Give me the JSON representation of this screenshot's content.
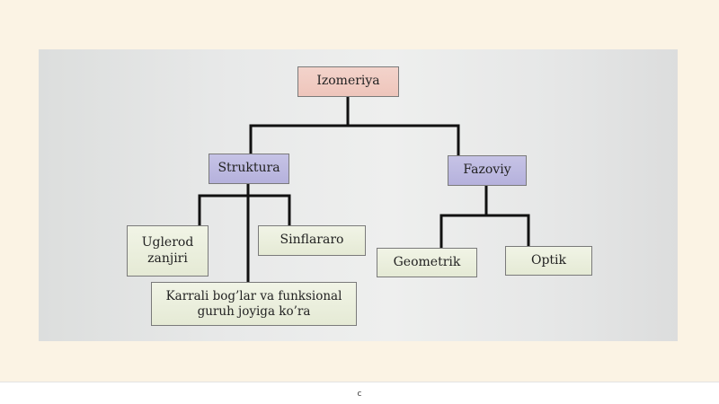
{
  "diagram": {
    "root": {
      "label": "Izomeriya"
    },
    "categories": [
      {
        "id": "struktura",
        "label": "Struktura"
      },
      {
        "id": "fazoviy",
        "label": "Fazoviy"
      }
    ],
    "leaves": {
      "uglerod": [
        "Uglerod",
        "zanjiri"
      ],
      "sinflararo": "Sinflararo",
      "karrali": [
        "Karrali bog’lar va funksional",
        "guruh joyiga ko’ra"
      ],
      "geometrik": "Geometrik",
      "optik": "Optik"
    },
    "colors": {
      "root_fill": "#f3d3cb",
      "category_fill": "#c6c3e6",
      "leaf_fill": "#eef1e2",
      "connector": "#111111"
    }
  },
  "footer": {
    "text": "c"
  }
}
